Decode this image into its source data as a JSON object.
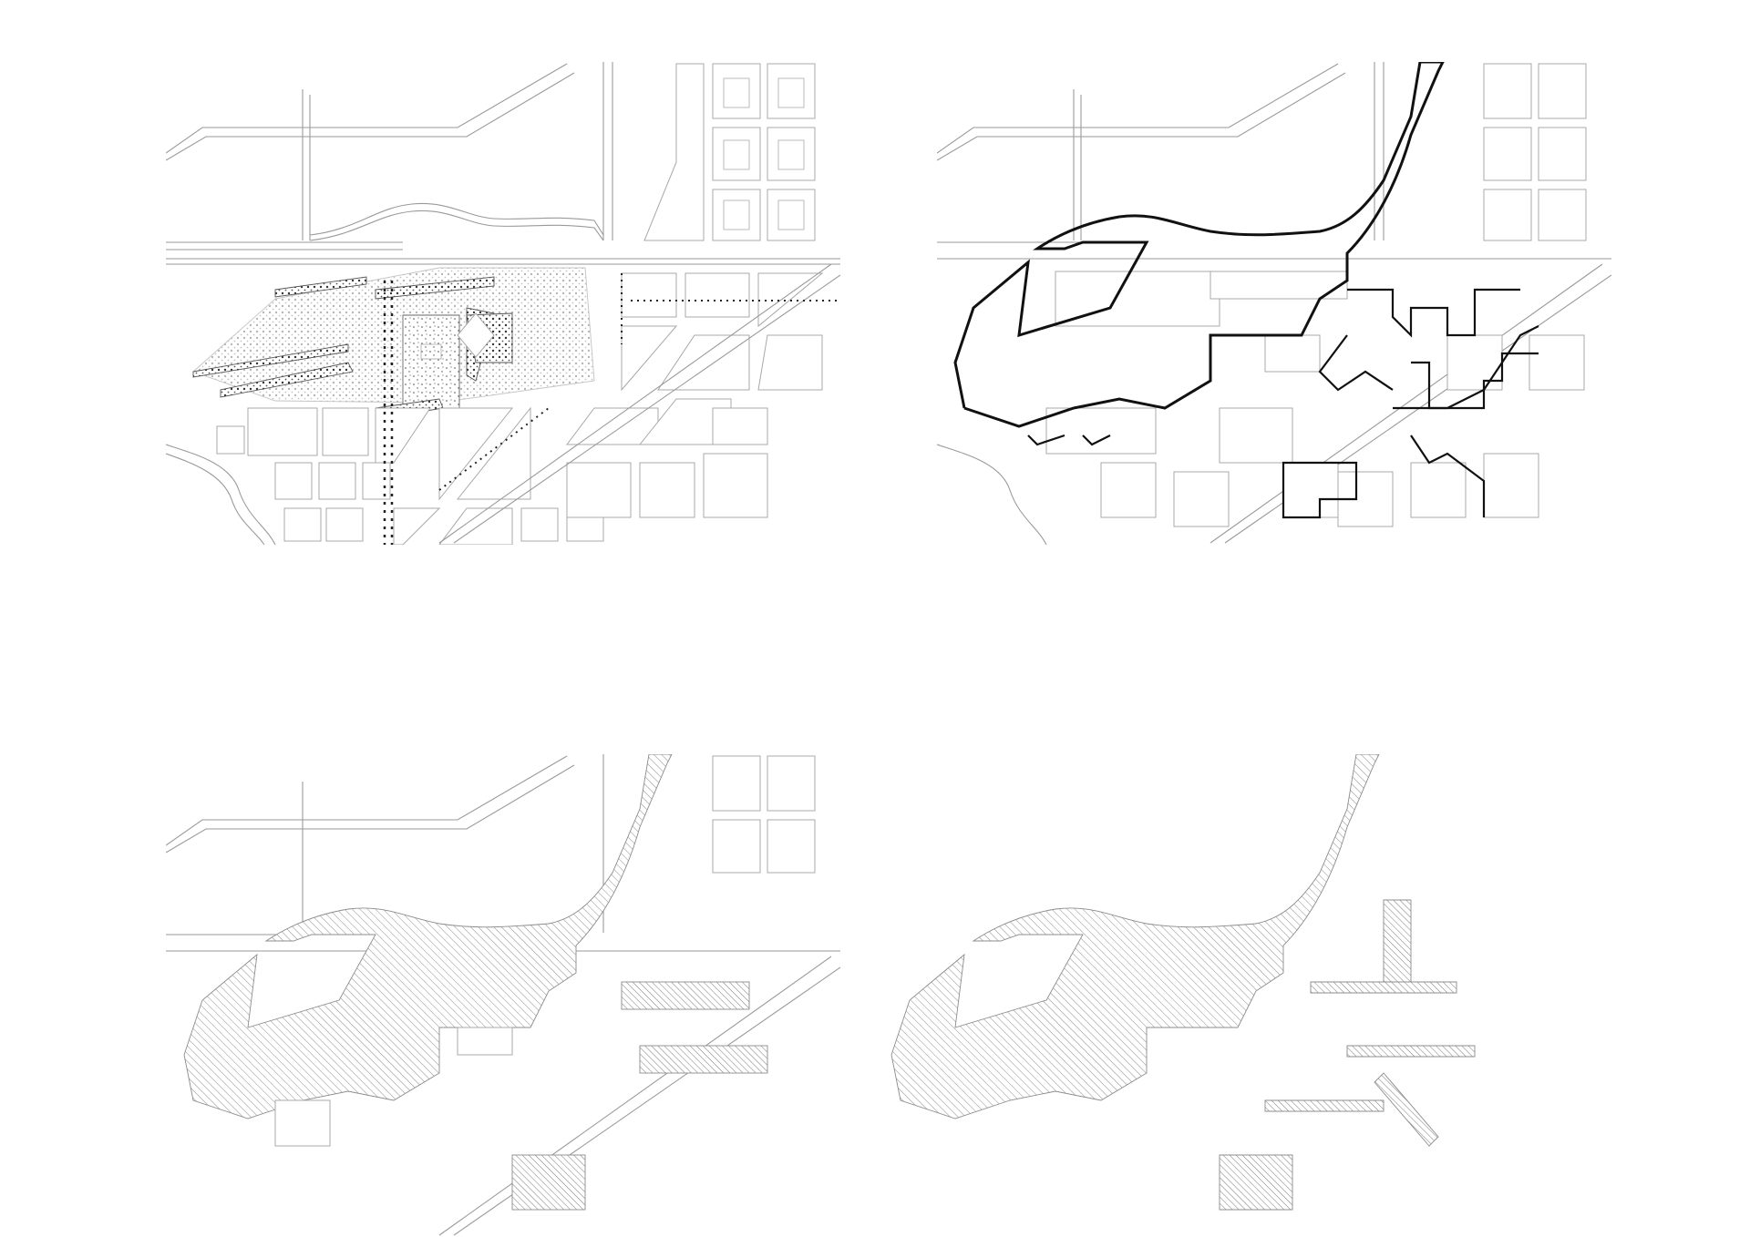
{
  "sheet": {
    "panels": [
      {
        "id": "plan-landscape",
        "mode": "landscape"
      },
      {
        "id": "plan-route",
        "mode": "route"
      },
      {
        "id": "plan-overlay",
        "mode": "overlay"
      },
      {
        "id": "plan-figure",
        "mode": "figure"
      }
    ]
  },
  "colors": {
    "background": "#ffffff",
    "street_line": "#9a9a9a",
    "block_outline": "#a8a8a8",
    "route_line": "#111111",
    "hatch_line": "#8c8c8c",
    "planting": "#222222"
  },
  "icons": [
    "north-arrow-none"
  ]
}
